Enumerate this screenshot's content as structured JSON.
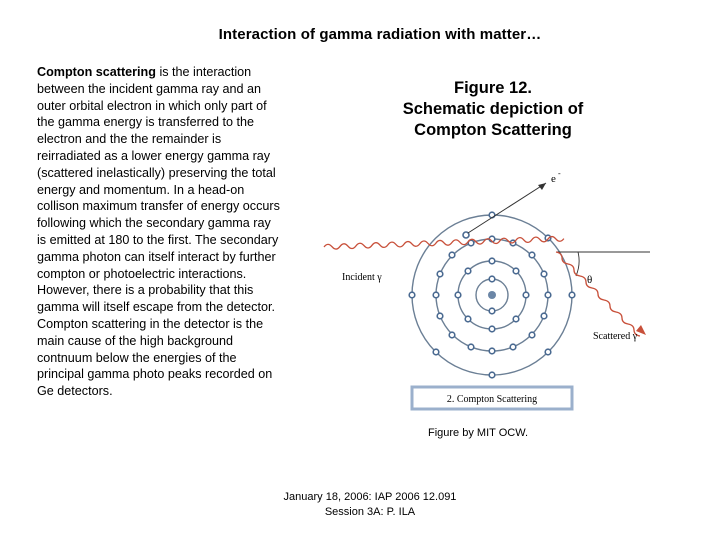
{
  "title": "Interaction of gamma radiation with matter…",
  "body": {
    "lead_bold": "Compton scattering",
    "text": " is the interaction between the incident gamma ray and an outer orbital electron in which only part of the gamma energy is transferred to the electron and the the remainder is reirradiated as a lower energy gamma ray (scattered inelastically) preserving the total energy and momentum. In a head-on collison maximum transfer of energy occurs following which the secondary gamma ray is emitted at 180 to the first. The secondary gamma photon can itself interact by further compton or photoelectric interactions. However, there is a probability that this gamma will itself escape from the detector. Compton scattering in the detector is the main cause of the high background contnuum below the energies of the principal gamma photo peaks recorded on Ge detectors."
  },
  "figure": {
    "caption_line1": "Figure 12.",
    "caption_line2": "Schematic depiction of",
    "caption_line3": "Compton Scattering",
    "electron_label": "e",
    "electron_sup": "-",
    "incident_label": "Incident γ",
    "theta_label": "θ",
    "scattered_label": "Scattered γ",
    "box_label": "2. Compton Scattering"
  },
  "credit": "Figure by MIT OCW.",
  "footer": {
    "line1": "January 18, 2006: IAP 2006 12.091",
    "line2": "Session 3A: P. ILA"
  }
}
